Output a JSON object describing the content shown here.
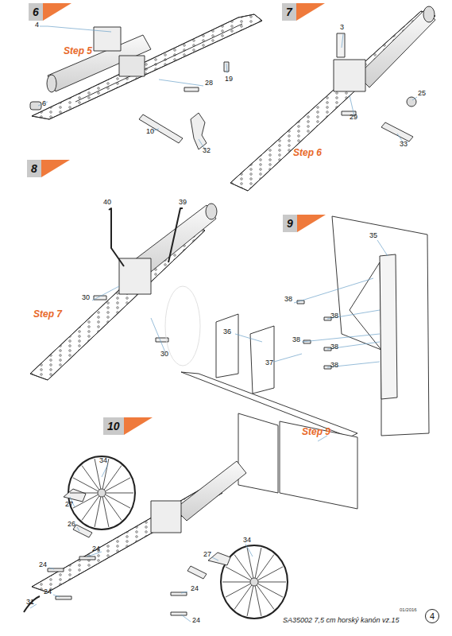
{
  "diagram": {
    "nodes": [
      {
        "text": [
          "6"
        ]
      },
      {
        "text": [
          "7"
        ]
      },
      {
        "text": [
          "8"
        ]
      },
      {
        "text": [
          "9"
        ]
      },
      {
        "text": [
          "10"
        ]
      },
      {
        "text": [
          "4"
        ]
      }
    ],
    "labels": [
      "Step 5",
      "4",
      "19",
      "28",
      "6",
      "10",
      "32",
      "3",
      "25",
      "29",
      "33",
      "Step 6",
      "40",
      "39",
      "30",
      "Step 7",
      "30",
      "35",
      "38",
      "38",
      "38",
      "38",
      "38",
      "36",
      "37",
      "Step 9",
      "34",
      "27",
      "26",
      "24",
      "24",
      "34",
      "27",
      "24",
      "24",
      "31",
      "24",
      "SA35002 7,5 cm horský kanón vz.15",
      "01/2016"
    ]
  }
}
